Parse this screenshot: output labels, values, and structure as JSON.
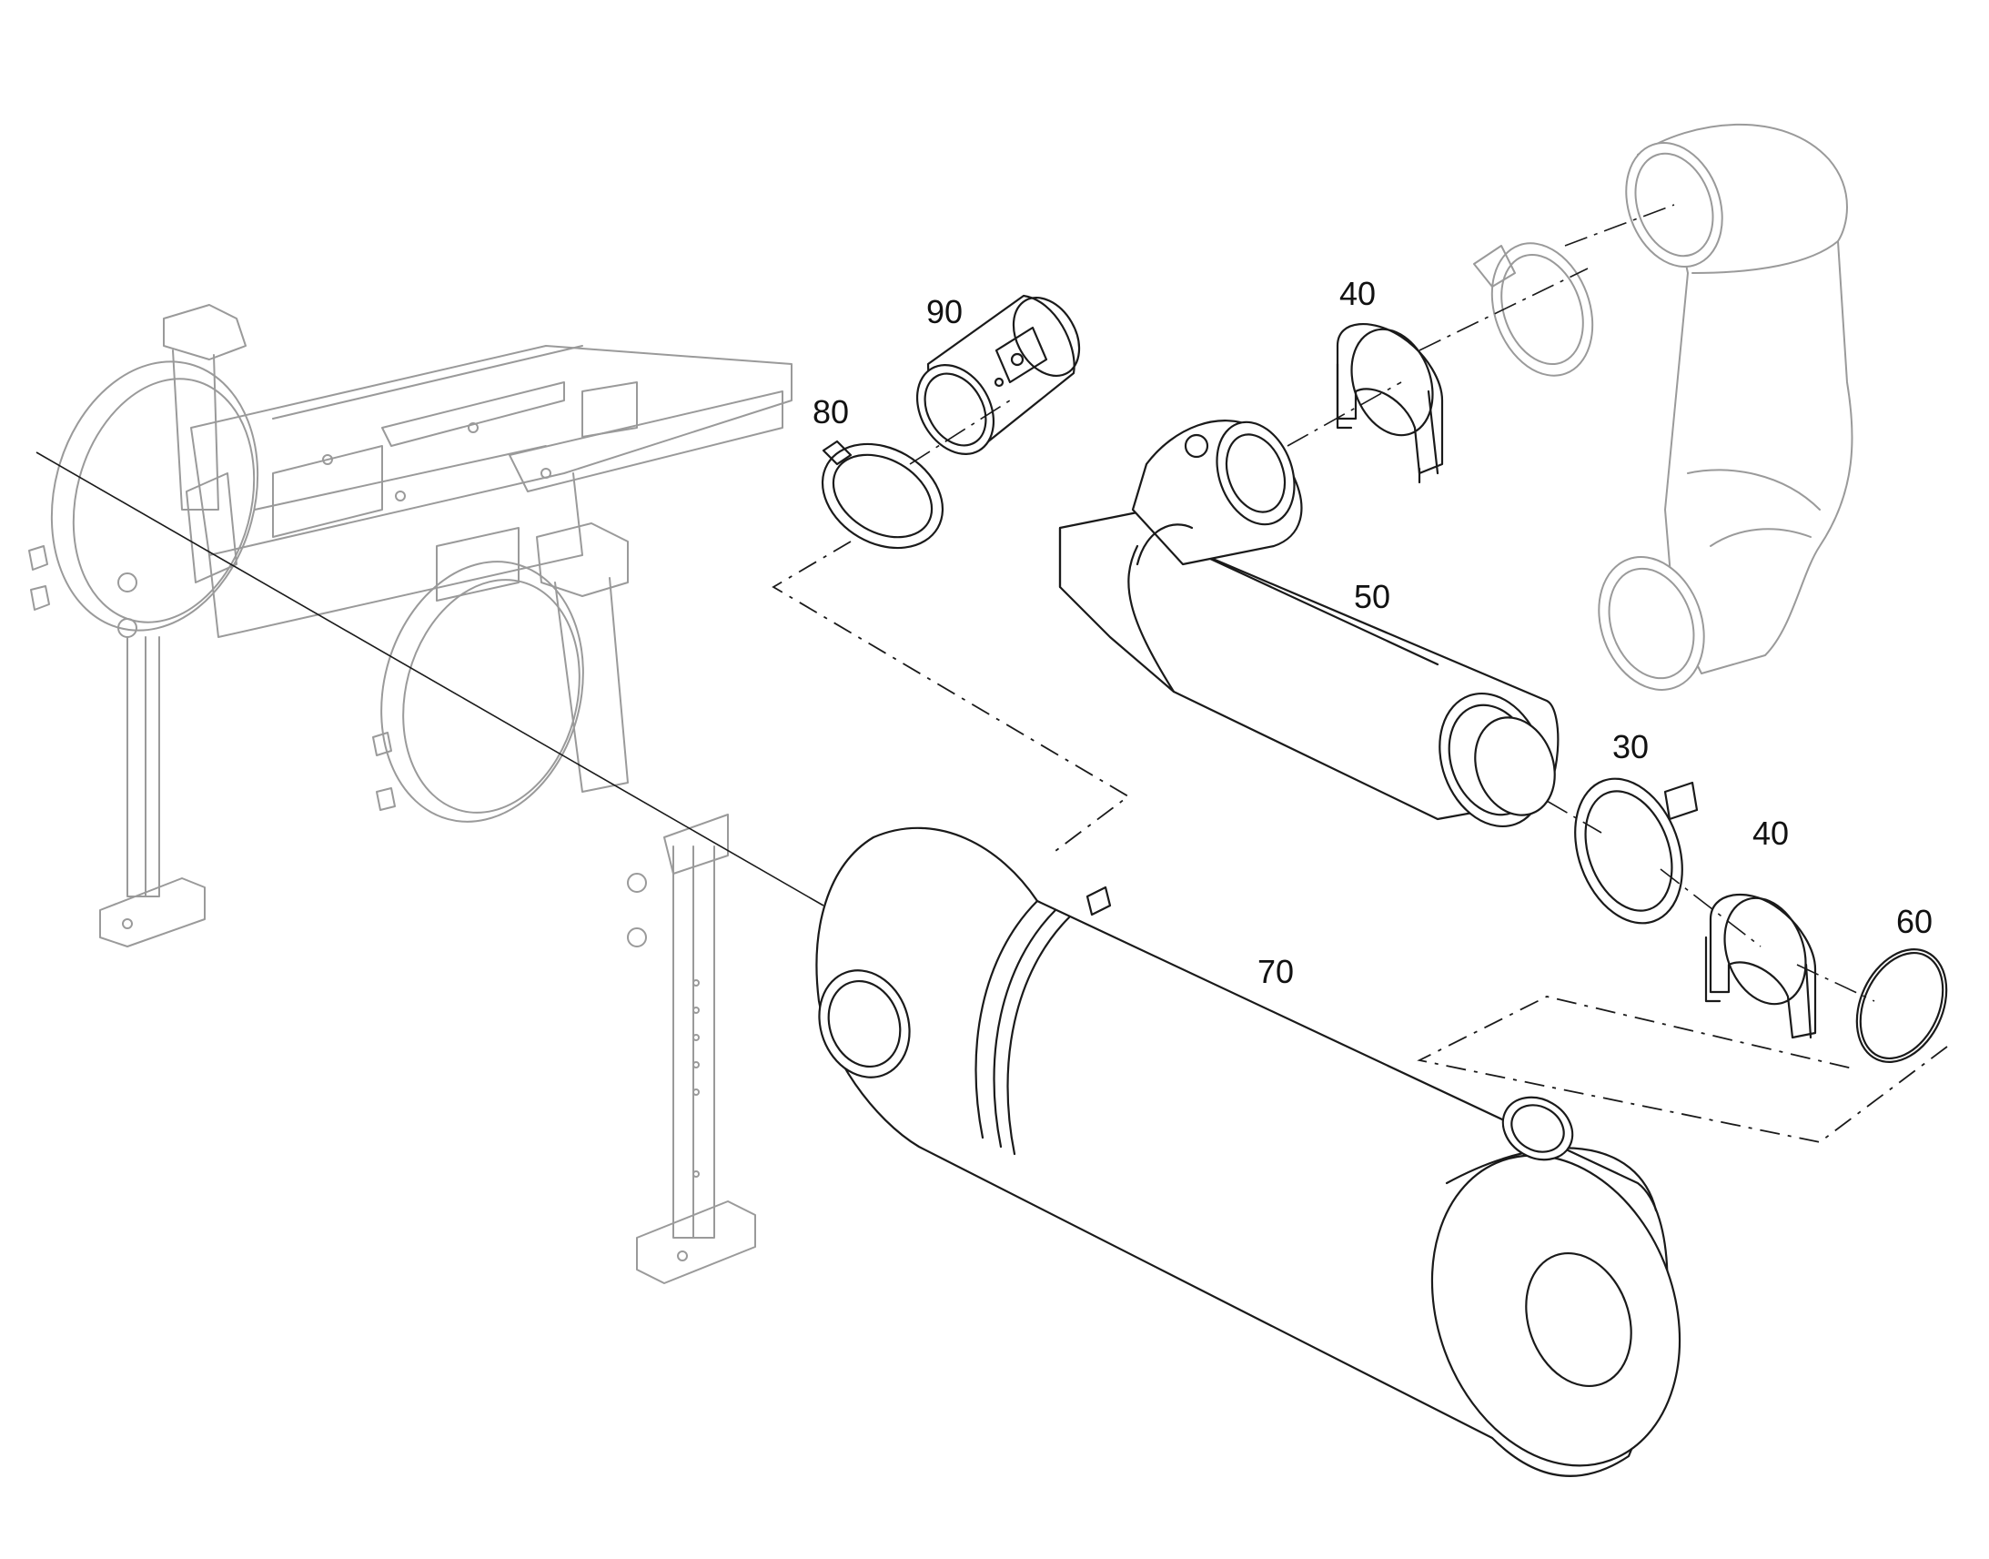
{
  "diagram": {
    "callouts": [
      {
        "id": "c90",
        "text": "90"
      },
      {
        "id": "c80",
        "text": "80"
      },
      {
        "id": "c40a",
        "text": "40"
      },
      {
        "id": "c50",
        "text": "50"
      },
      {
        "id": "c30",
        "text": "30"
      },
      {
        "id": "c40b",
        "text": "40"
      },
      {
        "id": "c60",
        "text": "60"
      },
      {
        "id": "c70",
        "text": "70"
      }
    ]
  }
}
